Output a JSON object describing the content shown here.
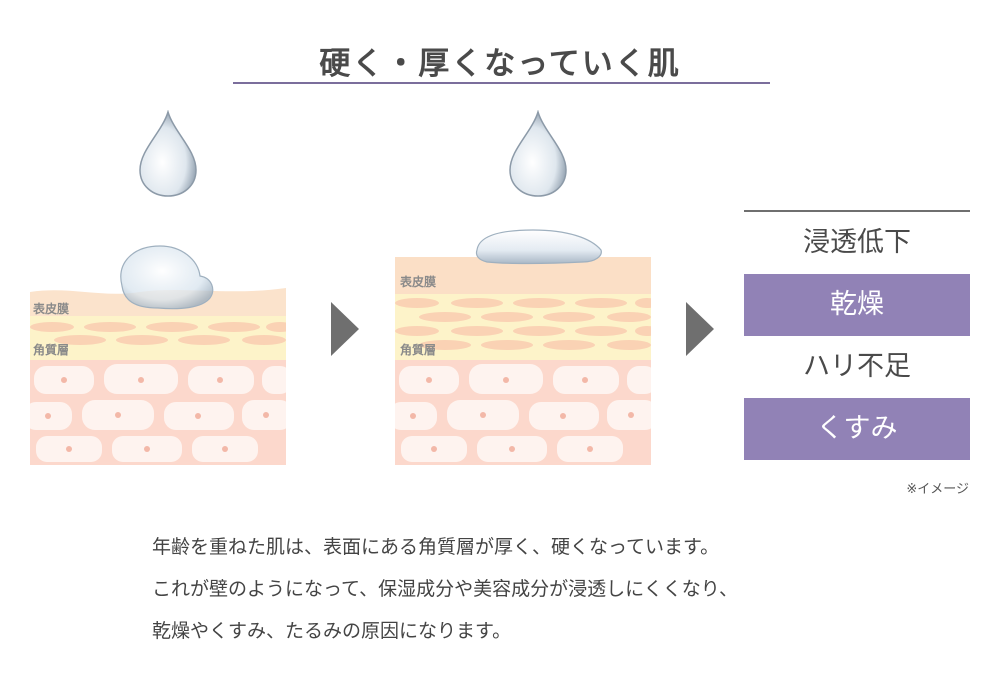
{
  "title": "硬く・厚くなっていく肌",
  "panels": [
    {
      "layer_top": "表皮膜",
      "layer_mid": "角質層"
    },
    {
      "layer_top": "表皮膜",
      "layer_mid": "角質層"
    }
  ],
  "results": [
    {
      "label": "浸透低下",
      "highlight": false
    },
    {
      "label": "乾燥",
      "highlight": true
    },
    {
      "label": "ハリ不足",
      "highlight": false
    },
    {
      "label": "くすみ",
      "highlight": true
    }
  ],
  "note": "※イメージ",
  "caption": [
    "年齢を重ねた肌は、表面にある角質層が厚く、硬くなっています。",
    "これが壁のようになって、保湿成分や美容成分が浸透しにくくなり、",
    "乾燥やくすみ、たるみの原因になります。"
  ],
  "colors": {
    "accent": "#9182b6",
    "rule": "#7b6e9c",
    "arrow": "#6f6f6f",
    "skin_film": "#fbe3cc",
    "stratum": "#fdf3c9",
    "dermis": "#fcd8cc"
  }
}
